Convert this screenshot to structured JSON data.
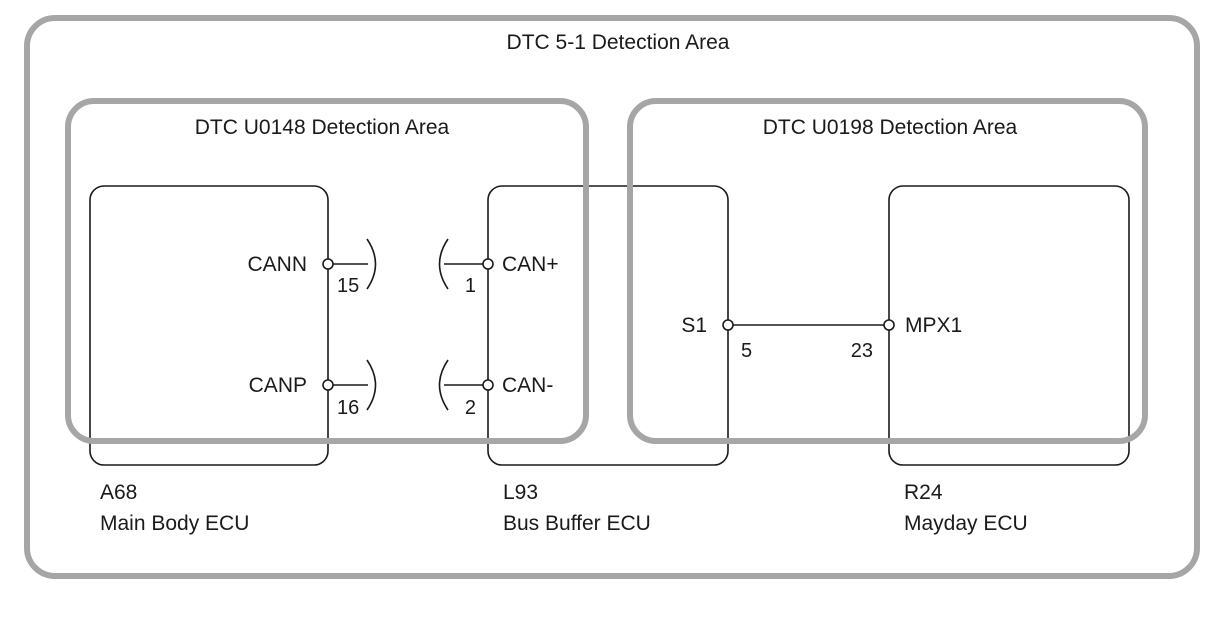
{
  "areas": {
    "outer": {
      "title": "DTC 5-1 Detection Area"
    },
    "u0148": {
      "title": "DTC U0148 Detection Area"
    },
    "u0198": {
      "title": "DTC U0198 Detection Area"
    }
  },
  "ecus": {
    "main_body": {
      "code": "A68",
      "name": "Main Body ECU",
      "pins": {
        "cann": {
          "terminal": "CANN",
          "number": "15"
        },
        "canp": {
          "terminal": "CANP",
          "number": "16"
        }
      }
    },
    "bus_buffer": {
      "code": "L93",
      "name": "Bus Buffer ECU",
      "pins": {
        "can_plus": {
          "terminal": "CAN+",
          "number": "1"
        },
        "can_minus": {
          "terminal": "CAN-",
          "number": "2"
        },
        "s1": {
          "terminal": "S1",
          "number": "5"
        }
      }
    },
    "mayday": {
      "code": "R24",
      "name": "Mayday ECU",
      "pins": {
        "mpx1": {
          "terminal": "MPX1",
          "number": "23"
        }
      }
    }
  },
  "colors": {
    "area_frame": "#a6a6a6",
    "line": "#1a1a1a"
  }
}
